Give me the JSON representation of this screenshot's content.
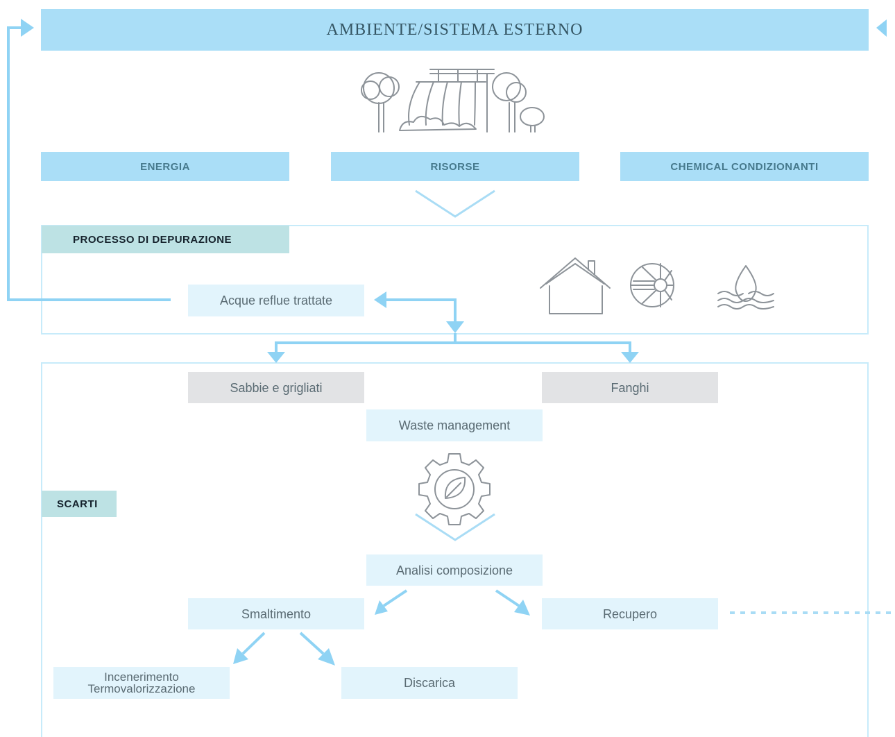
{
  "header": {
    "title": "AMBIENTE/SISTEMA ESTERNO"
  },
  "inputs": [
    {
      "label": "ENERGIA"
    },
    {
      "label": "RISORSE"
    },
    {
      "label": "CHEMICAL CONDIZIONANTI"
    }
  ],
  "process": {
    "tag": "PROCESSO DI DEPURAZIONE",
    "output": "Acque reflue trattate",
    "icons": [
      "house-icon",
      "wheel-icon",
      "water-drop-icon"
    ]
  },
  "waste": {
    "tag": "SCARTI",
    "sources": [
      "Sabbie e grigliati",
      "Fanghi"
    ],
    "management": "Waste management",
    "analysis": "Analisi composizione",
    "disposal": "Smaltimento",
    "recovery": "Recupero",
    "disposal_options": {
      "incineration_line1": "Incenerimento",
      "incineration_line2": "Termovalorizzazione",
      "landfill": "Discarica"
    }
  },
  "colors": {
    "accent": "#aadef7",
    "arrow": "#8fd3f4",
    "tag": "#bde2e4",
    "node": "#e2f4fc",
    "node_grey": "#e2e3e5",
    "frame": "#c7ebfa",
    "icon": "#8d9399"
  }
}
